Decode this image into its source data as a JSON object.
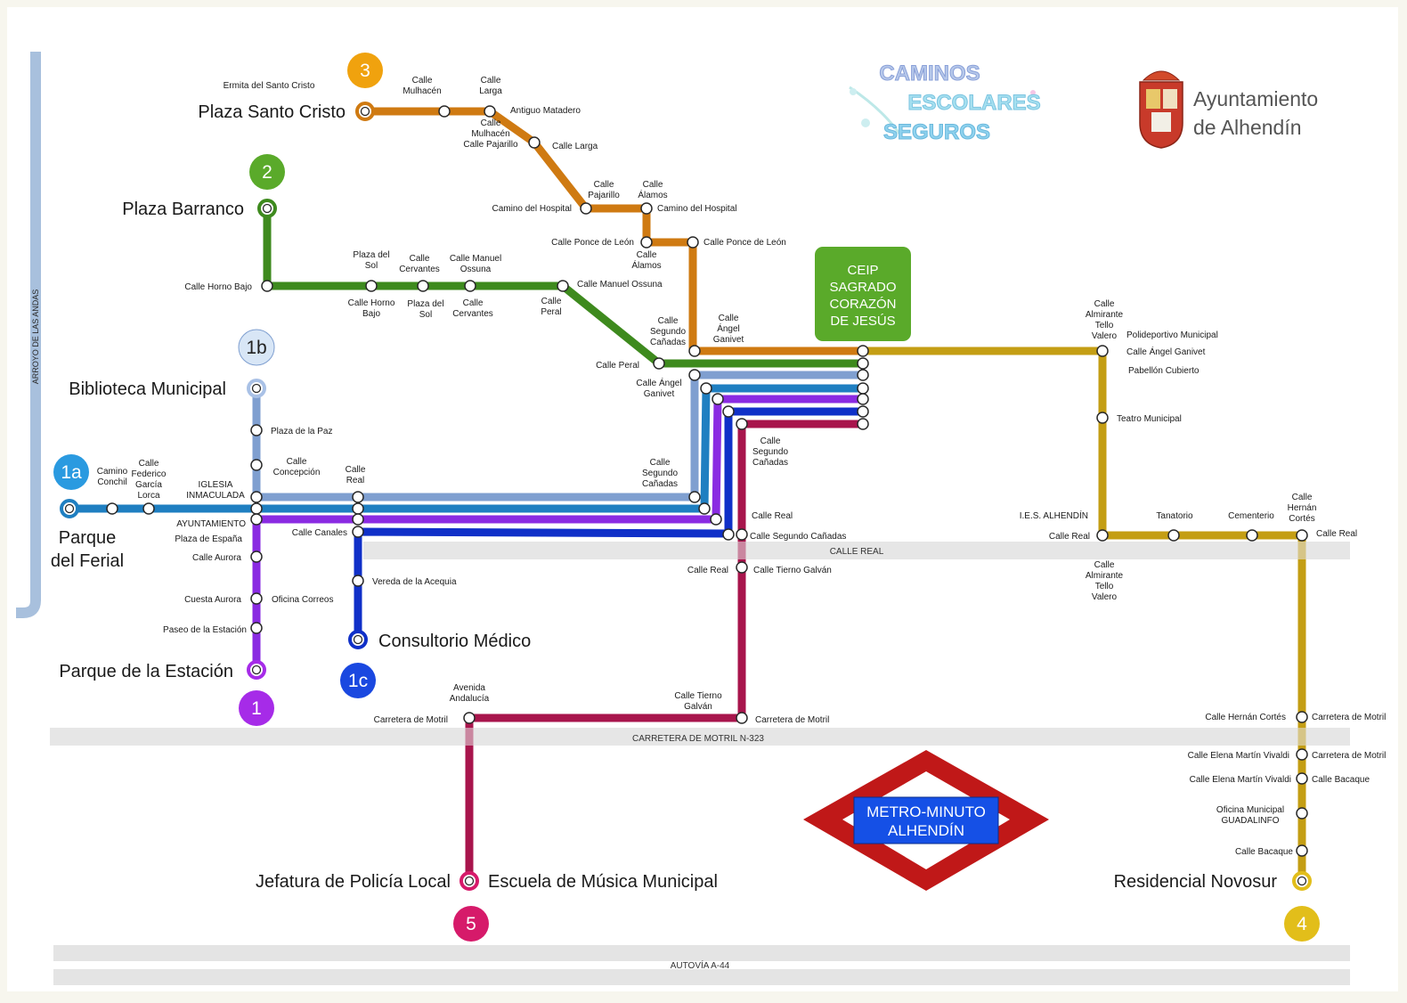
{
  "side_label": "ARROYO DE LAS ANDAS",
  "colors": {
    "background": "#ffffff",
    "line_1": "#8a2be2",
    "line_1a": "#1f7fc1",
    "line_1b": "#7f9fd0",
    "line_1c": "#1030c8",
    "line_2": "#3e8a1e",
    "line_3": "#cf7a12",
    "line_4": "#c49e14",
    "line_5": "#a8154c",
    "road": "#e2e2e2",
    "school_box": "#5aaa2a",
    "metro_diamond": "#c01818",
    "metro_box": "#1550e6"
  },
  "logos": {
    "caminos": [
      "CAMINOS",
      "ESCOLARES",
      "SEGUROS"
    ],
    "ayuntamiento": [
      "Ayuntamiento",
      "de Alhendín"
    ]
  },
  "school": [
    "CEIP",
    "SAGRADO",
    "CORAZÓN",
    "DE JESÚS"
  ],
  "metro_sign": [
    "METRO-MINUTO",
    "ALHENDÍN"
  ],
  "roads": {
    "calle_real": "CALLE REAL",
    "carretera": "CARRETERA DE MOTRIL N-323",
    "autovia": "AUTOVÍA A-44"
  },
  "lines": [
    {
      "id": "3",
      "badge": "3",
      "color_key": "line_3",
      "icon": "line-3-badge"
    },
    {
      "id": "2",
      "badge": "2",
      "color_key": "line_2",
      "icon": "line-2-badge"
    },
    {
      "id": "1b",
      "badge": "1b",
      "color_key": "line_1b",
      "icon": "line-1b-badge"
    },
    {
      "id": "1a",
      "badge": "1a",
      "color_key": "line_1a",
      "icon": "line-1a-badge"
    },
    {
      "id": "1",
      "badge": "1",
      "color_key": "line_1",
      "icon": "line-1-badge"
    },
    {
      "id": "1c",
      "badge": "1c",
      "color_key": "line_1c",
      "icon": "line-1c-badge"
    },
    {
      "id": "5",
      "badge": "5",
      "color_key": "line_5",
      "icon": "line-5-badge"
    },
    {
      "id": "4",
      "badge": "4",
      "color_key": "line_4",
      "icon": "line-4-badge"
    }
  ],
  "termini": {
    "plaza_santo_cristo": "Plaza Santo Cristo",
    "ermita": "Ermita del Santo Cristo",
    "plaza_barranco": "Plaza Barranco",
    "biblioteca": "Biblioteca Municipal",
    "parque_feria": [
      "Parque",
      "del Ferial"
    ],
    "parque_estacion": "Parque de la Estación",
    "consultorio": "Consultorio Médico",
    "jefatura": "Jefatura de Policía Local",
    "escuela": "Escuela de Música Municipal",
    "residencial": "Residencial Novosur"
  },
  "labels": [
    {
      "k": "l3a",
      "t": [
        "Calle",
        "Mulhacén"
      ]
    },
    {
      "k": "l3b",
      "t": [
        "Calle",
        "Larga"
      ]
    },
    {
      "k": "l3c",
      "t": [
        "Antiguo Matadero"
      ]
    },
    {
      "k": "l3d",
      "t": [
        "Calle",
        "Mulhacén",
        "Calle Pajarillo"
      ]
    },
    {
      "k": "l3e",
      "t": [
        "Calle Larga"
      ]
    },
    {
      "k": "l3f",
      "t": [
        "Calle",
        "Pajarillo"
      ]
    },
    {
      "k": "l3g",
      "t": [
        "Calle",
        "Álamos"
      ]
    },
    {
      "k": "l3h",
      "t": [
        "Camino del Hospital"
      ]
    },
    {
      "k": "l3i",
      "t": [
        "Camino del Hospital"
      ]
    },
    {
      "k": "l3j",
      "t": [
        "Calle Ponce de León"
      ]
    },
    {
      "k": "l3k",
      "t": [
        "Calle Ponce de León"
      ]
    },
    {
      "k": "l3l",
      "t": [
        "Calle",
        "Álamos"
      ]
    },
    {
      "k": "l2a",
      "t": [
        "Calle Horno Bajo"
      ]
    },
    {
      "k": "l2b",
      "t": [
        "Plaza del",
        "Sol"
      ]
    },
    {
      "k": "l2c",
      "t": [
        "Calle",
        "Cervantes"
      ]
    },
    {
      "k": "l2d",
      "t": [
        "Calle Manuel",
        "Ossuna"
      ]
    },
    {
      "k": "l2e",
      "t": [
        "Calle Manuel Ossuna"
      ]
    },
    {
      "k": "l2f",
      "t": [
        "Calle Horno",
        "Bajo"
      ]
    },
    {
      "k": "l2g",
      "t": [
        "Plaza del",
        "Sol"
      ]
    },
    {
      "k": "l2h",
      "t": [
        "Calle",
        "Cervantes"
      ]
    },
    {
      "k": "l2i",
      "t": [
        "Calle",
        "Peral"
      ]
    },
    {
      "k": "lc1",
      "t": [
        "Calle",
        "Segundo",
        "Cañadas"
      ]
    },
    {
      "k": "lc2",
      "t": [
        "Calle",
        "Ángel",
        "Ganivet"
      ]
    },
    {
      "k": "lc3",
      "t": [
        "Calle Peral"
      ]
    },
    {
      "k": "lc4",
      "t": [
        "Calle Ángel",
        "Ganivet"
      ]
    },
    {
      "k": "lc5",
      "t": [
        "Calle",
        "Segundo",
        "Cañadas"
      ]
    },
    {
      "k": "lc6",
      "t": [
        "Calle",
        "Segundo",
        "Cañadas"
      ]
    },
    {
      "k": "lc7",
      "t": [
        "Calle Real"
      ]
    },
    {
      "k": "lc8",
      "t": [
        "Calle Segundo Cañadas"
      ]
    },
    {
      "k": "lc9",
      "t": [
        "Calle Real"
      ]
    },
    {
      "k": "lc10",
      "t": [
        "Calle Tierno Galván"
      ]
    },
    {
      "k": "lb1",
      "t": [
        "Plaza de la Paz"
      ]
    },
    {
      "k": "lb2",
      "t": [
        "Calle",
        "Concepción"
      ]
    },
    {
      "k": "lb3",
      "t": [
        "Calle",
        "Real"
      ]
    },
    {
      "k": "la1",
      "t": [
        "Camino",
        "Conchil"
      ]
    },
    {
      "k": "la2",
      "t": [
        "Calle",
        "Federico",
        "García",
        "Lorca"
      ]
    },
    {
      "k": "la3",
      "t": [
        "IGLESIA",
        "INMACULADA"
      ]
    },
    {
      "k": "la4",
      "t": [
        "AYUNTAMIENTO"
      ]
    },
    {
      "k": "la5",
      "t": [
        "Plaza de España"
      ]
    },
    {
      "k": "la6",
      "t": [
        "Calle Canales"
      ]
    },
    {
      "k": "l1a",
      "t": [
        "Calle Aurora"
      ]
    },
    {
      "k": "l1b",
      "t": [
        "Cuesta Aurora"
      ]
    },
    {
      "k": "l1c",
      "t": [
        "Oficina Correos"
      ]
    },
    {
      "k": "l1d",
      "t": [
        "Paseo de la Estación"
      ]
    },
    {
      "k": "l1e",
      "t": [
        "Vereda de la Acequia"
      ]
    },
    {
      "k": "l5a",
      "t": [
        "Avenida",
        "Andalucía"
      ]
    },
    {
      "k": "l5b",
      "t": [
        "Carretera de Motril"
      ]
    },
    {
      "k": "l5c",
      "t": [
        "Calle Tierno",
        "Galván"
      ]
    },
    {
      "k": "l5d",
      "t": [
        "Carretera de Motril"
      ]
    },
    {
      "k": "l4a",
      "t": [
        "Calle",
        "Almirante",
        "Tello",
        "Valero"
      ]
    },
    {
      "k": "l4b",
      "t": [
        "Polideportivo Municipal"
      ]
    },
    {
      "k": "l4c",
      "t": [
        "Calle Ángel Ganivet"
      ]
    },
    {
      "k": "l4d",
      "t": [
        "Pabellón Cubierto"
      ]
    },
    {
      "k": "l4e",
      "t": [
        "Teatro Municipal"
      ]
    },
    {
      "k": "l4f",
      "t": [
        "I.E.S. ALHENDÍN"
      ]
    },
    {
      "k": "l4g",
      "t": [
        "Calle Real"
      ]
    },
    {
      "k": "l4h",
      "t": [
        "Calle",
        "Almirante",
        "Tello",
        "Valero"
      ]
    },
    {
      "k": "l4i",
      "t": [
        "Tanatorio"
      ]
    },
    {
      "k": "l4j",
      "t": [
        "Cementerio"
      ]
    },
    {
      "k": "l4k",
      "t": [
        "Calle",
        "Hernán",
        "Cortés"
      ]
    },
    {
      "k": "l4l",
      "t": [
        "Calle Real"
      ]
    },
    {
      "k": "l4m",
      "t": [
        "Calle Hernán Cortés"
      ]
    },
    {
      "k": "l4n",
      "t": [
        "Carretera de Motril"
      ]
    },
    {
      "k": "l4o",
      "t": [
        "Calle Elena Martín Vivaldi"
      ]
    },
    {
      "k": "l4p",
      "t": [
        "Carretera de Motril"
      ]
    },
    {
      "k": "l4q",
      "t": [
        "Calle Elena Martín Vivaldi"
      ]
    },
    {
      "k": "l4r",
      "t": [
        "Calle Bacaque"
      ]
    },
    {
      "k": "l4s",
      "t": [
        "Oficina Municipal",
        "GUADALINFO"
      ]
    },
    {
      "k": "l4t",
      "t": [
        "Calle Bacaque"
      ]
    }
  ]
}
